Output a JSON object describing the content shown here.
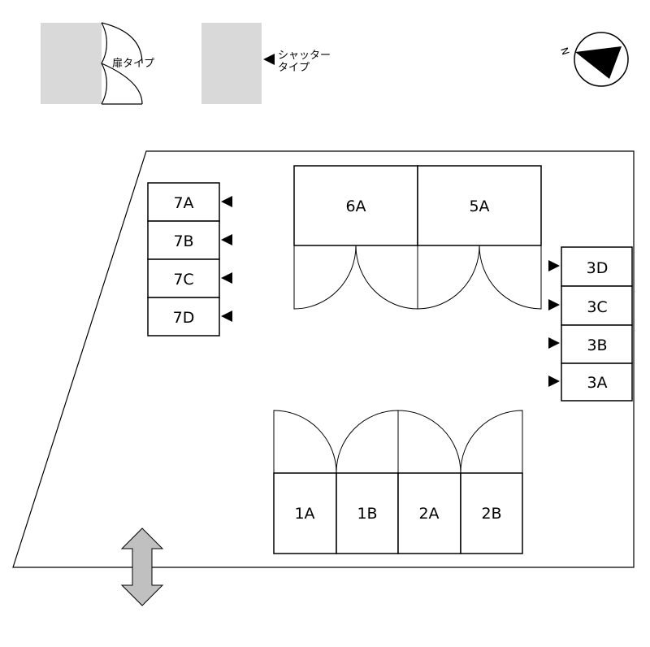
{
  "legend": {
    "door_type_label": "扉タイプ",
    "shutter_type_label_line1": "シャッター",
    "shutter_type_label_line2": "タイプ"
  },
  "compass": {
    "north_label": "N"
  },
  "units": {
    "u7A": "7A",
    "u7B": "7B",
    "u7C": "7C",
    "u7D": "7D",
    "u6A": "6A",
    "u5A": "5A",
    "u3D": "3D",
    "u3C": "3C",
    "u3B": "3B",
    "u3A": "3A",
    "u1A": "1A",
    "u1B": "1B",
    "u2A": "2A",
    "u2B": "2B"
  },
  "colors": {
    "line": "#000000",
    "legend_fill": "#d9d9d9",
    "entrance_arrow_fill": "#c0c0c0"
  }
}
